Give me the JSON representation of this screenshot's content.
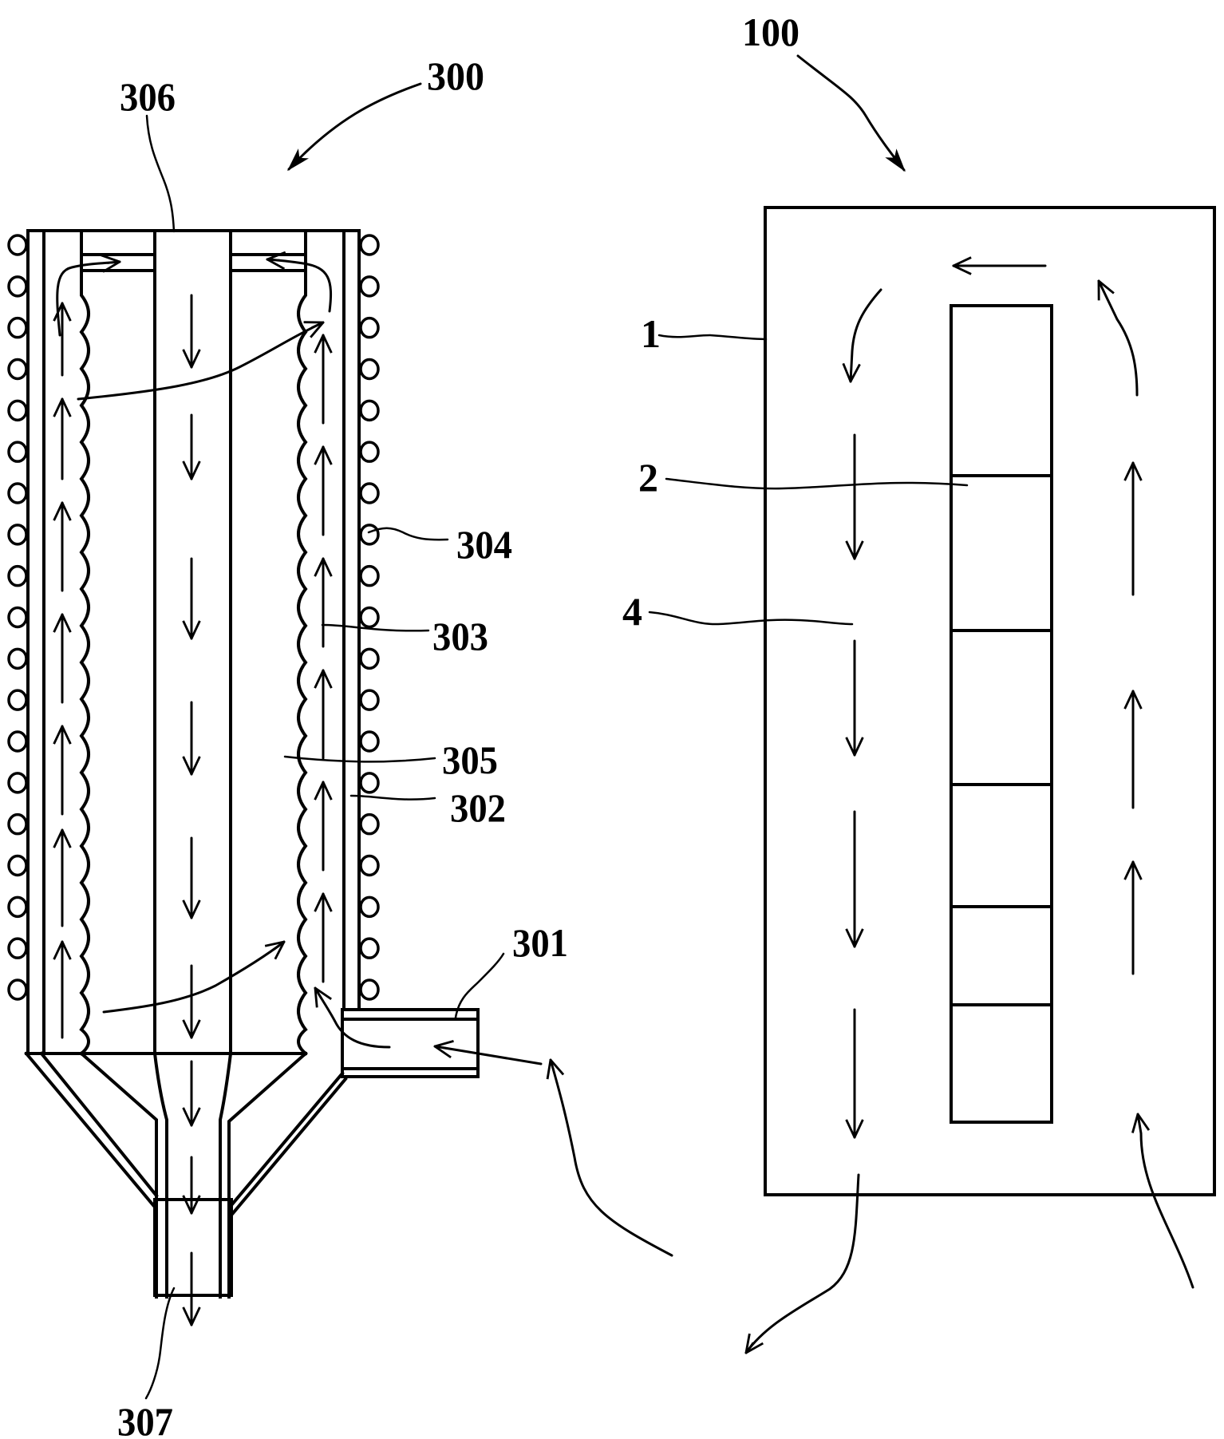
{
  "figure": {
    "kind": "patent schematic drawing",
    "assemblies": [
      {
        "ref": "300",
        "description": "cyclone / heat-exchange apparatus (left)"
      },
      {
        "ref": "100",
        "description": "enclosure with stacked cells (right)"
      }
    ],
    "labels": {
      "l300": "300",
      "l306": "306",
      "l304": "304",
      "l303": "303",
      "l305": "305",
      "l302": "302",
      "l301": "301",
      "l307": "307",
      "l100": "100",
      "l1": "1",
      "l2": "2",
      "l4": "4"
    },
    "stack_cell_count": 6,
    "coil_count_per_side": 19,
    "colors": {
      "ink": "#000000",
      "paper": "#ffffff"
    }
  }
}
